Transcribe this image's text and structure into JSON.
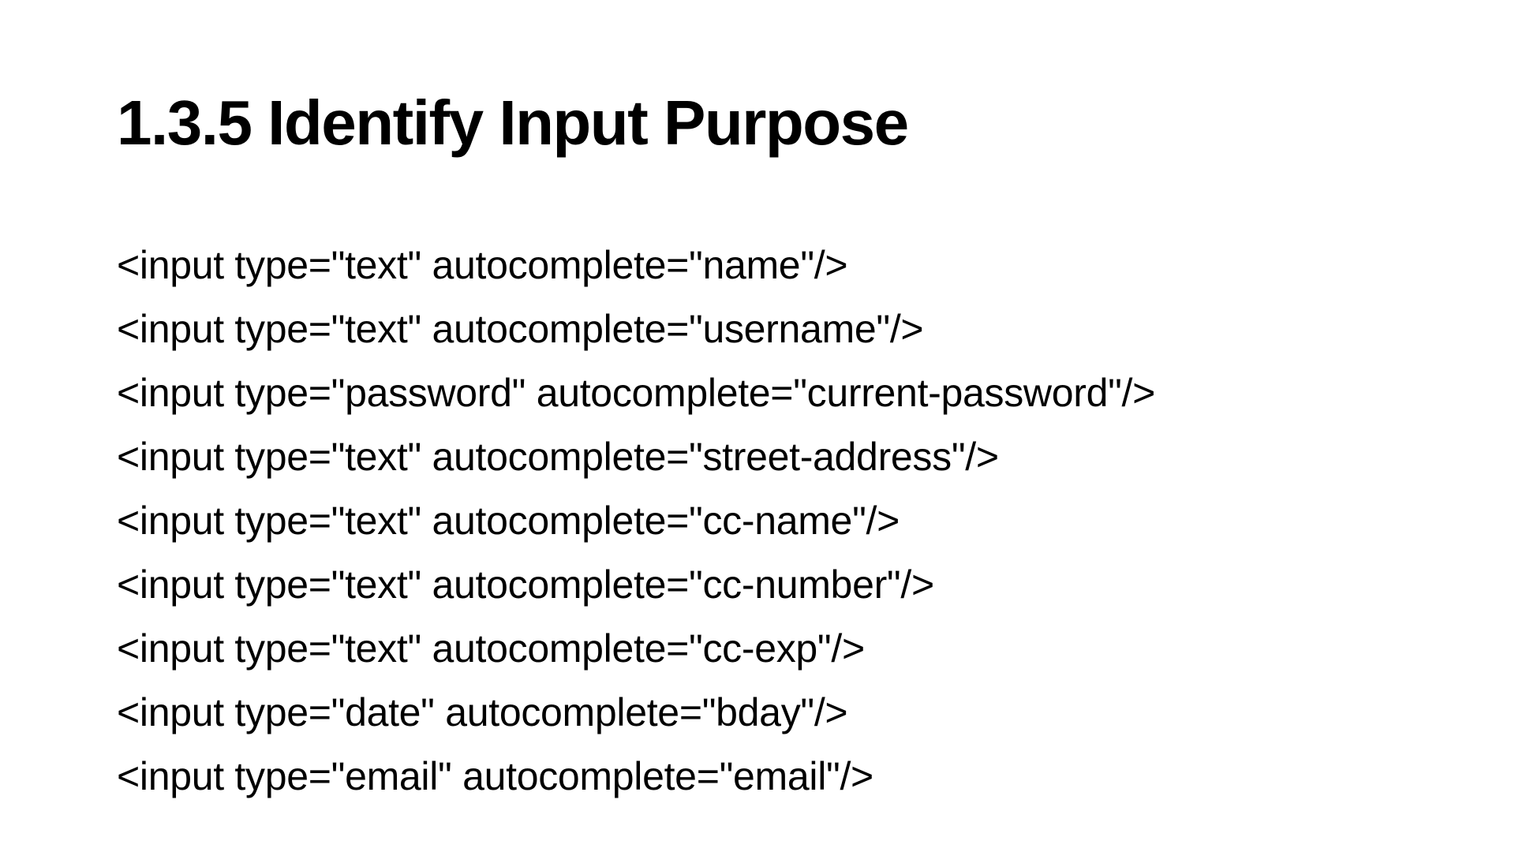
{
  "slide": {
    "title": "1.3.5 Identify Input Purpose",
    "lines": [
      "<input type=\"text\" autocomplete=\"name\"/>",
      "<input type=\"text\" autocomplete=\"username\"/>",
      "<input type=\"password\" autocomplete=\"current-password\"/>",
      "<input type=\"text\" autocomplete=\"street-address\"/>",
      "<input type=\"text\" autocomplete=\"cc-name\"/>",
      "<input type=\"text\" autocomplete=\"cc-number\"/>",
      "<input type=\"text\" autocomplete=\"cc-exp\"/>",
      "<input type=\"date\" autocomplete=\"bday\"/>",
      "<input type=\"email\" autocomplete=\"email\"/>"
    ]
  }
}
